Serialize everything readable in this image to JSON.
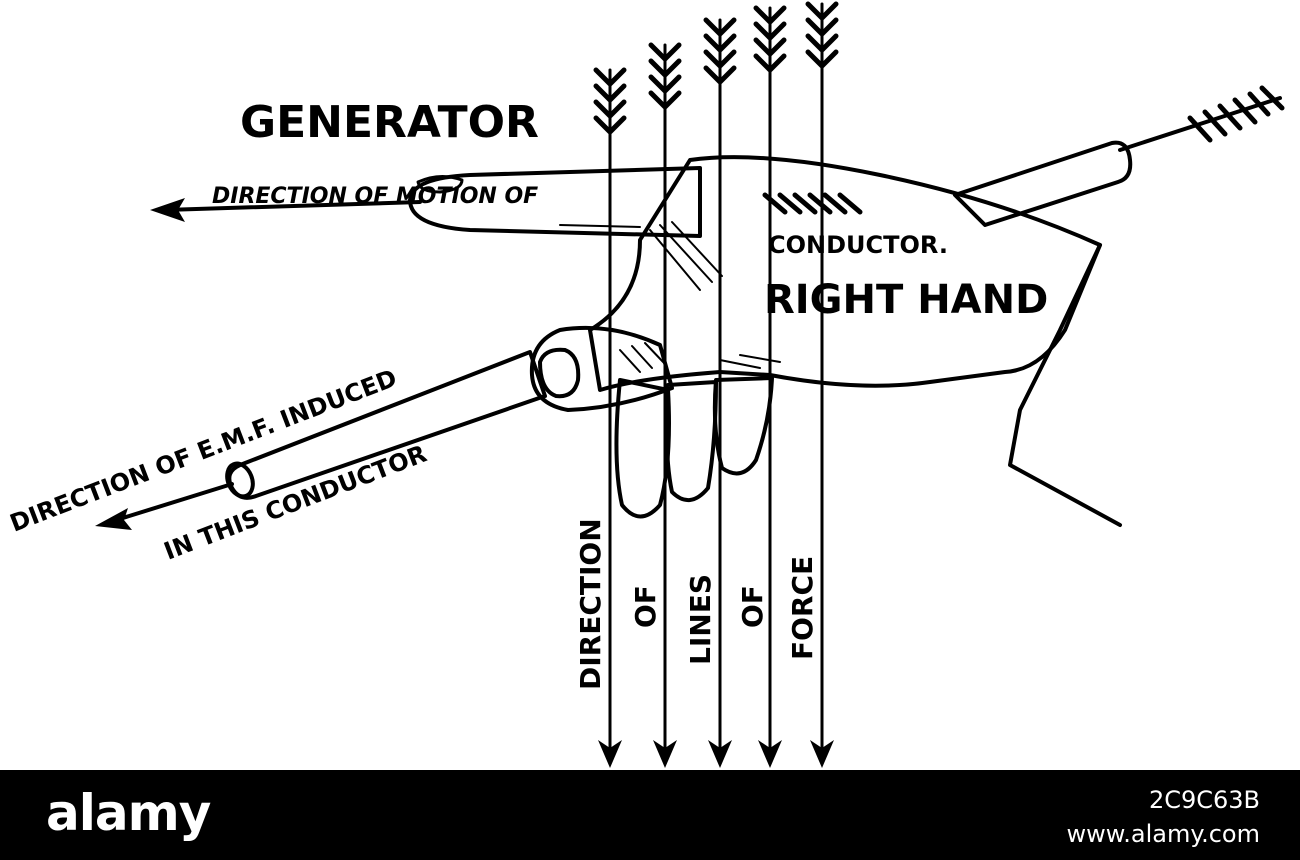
{
  "labels": {
    "generator": "GENERATOR",
    "motion": "DIRECTION OF MOTION OF",
    "conductor": "CONDUCTOR.",
    "hand": "RIGHT HAND",
    "emf_top": "DIRECTION OF E.M.F. INDUCED",
    "emf_bottom": "IN THIS CONDUCTOR",
    "force": [
      "DIRECTION",
      "OF",
      "LINES",
      "OF",
      "FORCE"
    ]
  },
  "footer": {
    "brand": "alamy",
    "image_id": "2C9C63B",
    "site": "www.alamy.com"
  },
  "colors": {
    "ink": "#000000",
    "paper": "#ffffff",
    "footer_bg": "#000000"
  }
}
